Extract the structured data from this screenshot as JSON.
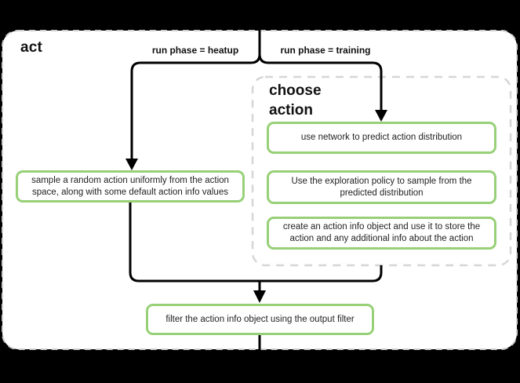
{
  "act": {
    "title": "act",
    "branch_heatup_label": "run phase = heatup",
    "branch_training_label": "run phase = training",
    "heatup_node": "sample a random action uniformly from the action space, along with some default action info values",
    "choose_action": {
      "title": "choose action",
      "steps": [
        "use network to predict action distribution",
        "Use the exploration policy to sample from the predicted distribution",
        "create an action info object and use it to store the action and any additional info about the action"
      ]
    },
    "filter_node": "filter the action info object using the output filter",
    "colors": {
      "background": "#000000",
      "panel_fill": "#ffffff",
      "dashed_border": "#cfcfcf",
      "node_border": "#97d077",
      "connector": "#000000",
      "text": "#222222"
    }
  }
}
